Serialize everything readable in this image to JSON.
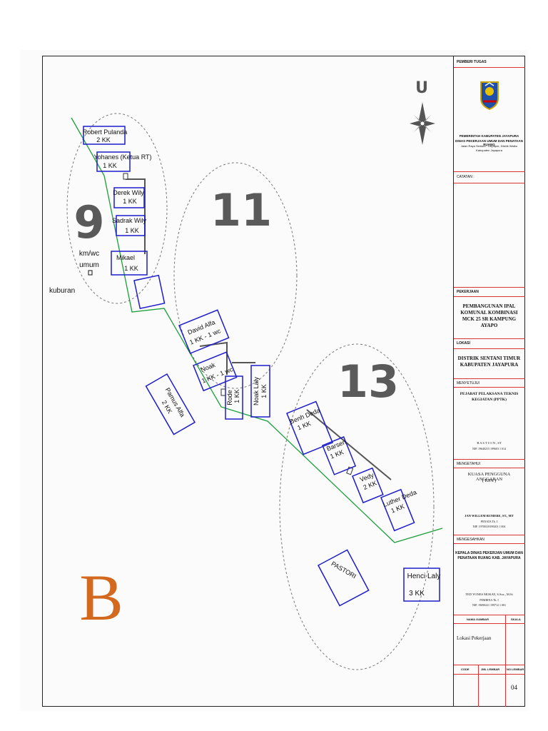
{
  "map": {
    "north_label": "U",
    "zone_labels": [
      "9",
      "11",
      "13"
    ],
    "section_letter": "B",
    "side_labels": {
      "kmwc": "km/wc",
      "umum": "umum",
      "kuburan": "kuburan"
    },
    "houses": [
      {
        "name": "Robert Pulanda",
        "kk": "2 KK"
      },
      {
        "name": "Yohanes (Ketua RT)",
        "kk": "1 KK"
      },
      {
        "name": "Derek Wily",
        "kk": "1 KK"
      },
      {
        "name": "Sadrak Wily",
        "kk": "1 KK"
      },
      {
        "name": "Mikael",
        "kk": "1 KK"
      },
      {
        "name": "David Alfa",
        "kk": "1 KK - 1 wc"
      },
      {
        "name": "Noak",
        "kk": "1 KK - 1 wc"
      },
      {
        "name": "Pamus Alfa",
        "kk": "2 KK"
      },
      {
        "name": "Rode",
        "kk": "1 KK"
      },
      {
        "name": "Noak Laly",
        "kk": "1 KK"
      },
      {
        "name": "Benh Deda",
        "kk": "1 KK"
      },
      {
        "name": "Barsen",
        "kk": "1 KK"
      },
      {
        "name": "Vedy",
        "kk": "2 KK"
      },
      {
        "name": "Luther Deda",
        "kk": "1 KK"
      },
      {
        "name": "PASTORI",
        "kk": ""
      },
      {
        "name": "Henci Laly",
        "kk": "3 KK"
      }
    ],
    "colors": {
      "pipe": "#1a9e3a",
      "house": "#1d1dcc",
      "zone_number": "#5a5a5a",
      "letter": "#d2691e"
    }
  },
  "title_block": {
    "pemberi_tugas": "PEMBERI TUGAS",
    "org_line1": "PEMERINTAH KABUPATEN JAYAPURA",
    "org_line2": "DINAS PEKERJAAN UMUM DAN PENATAAN RUANG",
    "org_addr1": "Jalan Raya Sentani - Depapre, Distrik Waibu",
    "org_addr2": "Kabupaten Jayapura",
    "catatan": "CATATAN :",
    "pekerjaan_label": "PEKERJAAN",
    "pekerjaan": "PEMBANGUNAN IPAL KOMUNAL KOMBINASI MCK 25 SR KAMPUNG AYAPO",
    "lokasi_label": "LOKASI",
    "lokasi": "DISTRIK SENTANI TIMUR KABUPATEN JAYAPURA",
    "menyetujui_label": "MENYETUJUI",
    "pptk": "PEJABAT PELAKSANA TEKNIS KEGIATAN (PPTK)",
    "pptk_name": "B A S T I O N , ST",
    "pptk_nip": "NIP. 19640215 199603 1 014",
    "mengetahui_label": "MENGETAHUI",
    "kpa": "KUASA PENGGUNA ANGGARAN",
    "kpa_abbr": "( KPA )",
    "kpa_name": "JAN WILLEM RUMERE, ST., MT",
    "kpa_rank": "PENATA Tk. I",
    "kpa_nip": "NIP. 19700118199203 1 004",
    "mengesahkan_label": "MENGESAHKAN",
    "kadis": "KEPALA DINAS PEKERJAN UMUM DAN PENATAAN RUANG KAB. JAYAPURA",
    "kadis_name": "TED YONES MOKAY, S.Sos., M.Si",
    "kadis_rank": "PEMBINA Tk. I",
    "kadis_nip": "NIP. 19690221 199712 1 001",
    "nama_gambar_label": "NAMA GAMBAR",
    "skala_label": "SKALA",
    "nama_gambar": "Lokasi Pekerjaan",
    "code_label": "CODE",
    "jml_lembar_label": "JML LEMBAR",
    "no_lembar_label": "NO LEMBAR",
    "no_lembar": "04"
  }
}
